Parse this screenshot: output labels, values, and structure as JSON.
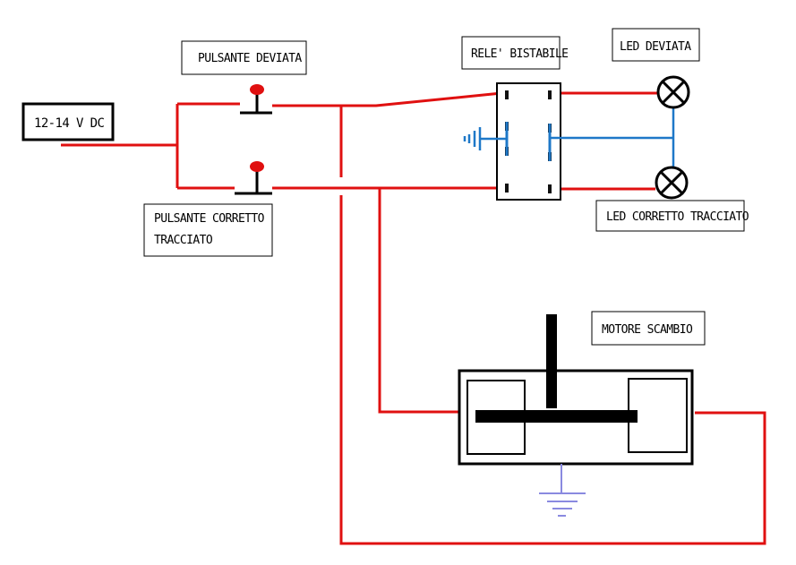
{
  "labels": {
    "power": "12-14 V DC",
    "button_deviata": "PULSANTE DEVIATA",
    "button_corretto_1": "PULSANTE CORRETTO",
    "button_corretto_2": "TRACCIATO",
    "relay": "RELE' BISTABILE",
    "led_deviata": "LED DEVIATA",
    "led_corretto": "LED CORRETTO TRACCIATO",
    "motor": "MOTORE SCAMBIO"
  },
  "colors": {
    "wire_red": "#e01010",
    "wire_blue": "#1e78c8",
    "ground": "#8a8ae0",
    "outline": "#000000"
  }
}
